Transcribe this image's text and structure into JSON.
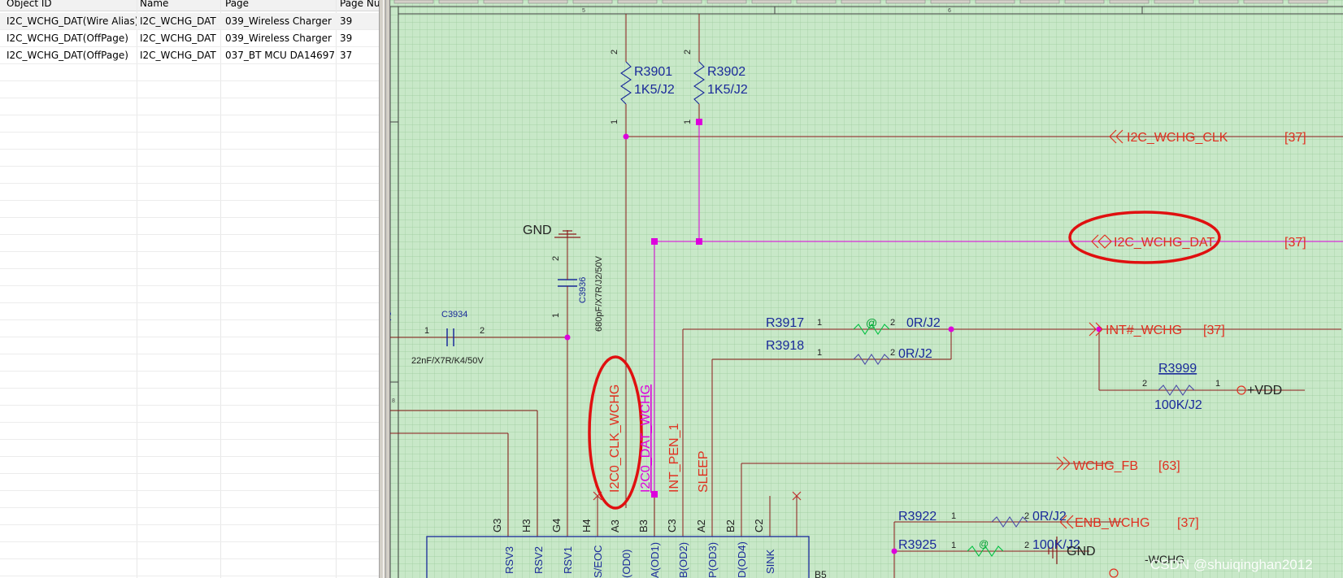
{
  "table": {
    "columns": [
      "Object ID",
      "Name",
      "Page",
      "Page Nu"
    ],
    "rows": [
      [
        "I2C_WCHG_DAT(Wire Alias)",
        "I2C_WCHG_DAT",
        "039_Wireless Charger",
        "39"
      ],
      [
        "I2C_WCHG_DAT(OffPage)",
        "I2C_WCHG_DAT",
        "039_Wireless Charger",
        "39"
      ],
      [
        "I2C_WCHG_DAT(OffPage)",
        "I2C_WCHG_DAT",
        "037_BT MCU DA14697",
        "37"
      ]
    ]
  },
  "schematic": {
    "border_zone_numbers": [
      "5",
      "6",
      "8"
    ],
    "resistors": {
      "r3901": {
        "ref": "R3901",
        "value": "1K5/J2",
        "pin_top": "2",
        "pin_bottom": "1"
      },
      "r3902": {
        "ref": "R3902",
        "value": "1K5/J2",
        "pin_top": "2",
        "pin_bottom": "1"
      },
      "r3917": {
        "ref": "R3917",
        "value": "0R/J2",
        "pin_left": "1",
        "pin_right": "2"
      },
      "r3918": {
        "ref": "R3918",
        "value": "0R/J2",
        "pin_left": "1",
        "pin_right": "2"
      },
      "r3999": {
        "ref": "R3999",
        "value": "100K/J2",
        "pin_left": "2",
        "pin_right": "1"
      },
      "r3922": {
        "ref": "R3922",
        "value": "0R/J2",
        "pin_left": "1",
        "pin_right": "2"
      },
      "r3925": {
        "ref": "R3925",
        "value": "100K/J2",
        "pin_left": "1",
        "pin_right": "2"
      }
    },
    "capacitors": {
      "c3936": {
        "ref": "C3936",
        "value": "680pF/X7R/J2/50V",
        "pin_top": "2",
        "pin_bottom": "1"
      },
      "c3934": {
        "ref": "C3934",
        "value": "22nF/X7R/K4/50V",
        "pin_left": "1",
        "pin_right": "2"
      }
    },
    "gnd_label": "GND",
    "gnd_label_2": "GND",
    "vdd_label": "+VDD",
    "left_edge_label": "2",
    "at_symbol": "@",
    "offpage": {
      "clk": {
        "label": "I2C_WCHG_CLK",
        "page": "[37]"
      },
      "dat": {
        "label": "I2C_WCHG_DAT",
        "page": "[37]"
      },
      "int": {
        "label": "INT#_WCHG",
        "page": "[37]"
      },
      "fb": {
        "label": "WCHG_FB",
        "page": "[63]"
      },
      "enb": {
        "label": "ENB_WCHG",
        "page": "[37]"
      }
    },
    "vertical_nets": [
      "I2C0_CLK_WCHG",
      "I2C0_DAT_WCHG",
      "INT_PEN_1",
      "SLEEP"
    ],
    "ic_balls": [
      "G3",
      "H3",
      "G4",
      "H4",
      "A3",
      "B3",
      "C3",
      "A2",
      "B2",
      "C2"
    ],
    "ic_pins": [
      "RSV3",
      "RSV2",
      "RSV1",
      "S/EOC",
      "(OD0)",
      "A(OD1)",
      "B(OD2)",
      "P(OD3)",
      "D(OD4)",
      "SINK"
    ],
    "ic_ref": "B5",
    "wchg_label": "-WCHG",
    "watermark": "CSDN @shuiqinghan2012",
    "highlight_color": "#e01010",
    "wire_color": "#8b1a1a",
    "net_color": "#dd00dd",
    "label_color": "#e03020",
    "ref_color": "#1a2a9a"
  }
}
